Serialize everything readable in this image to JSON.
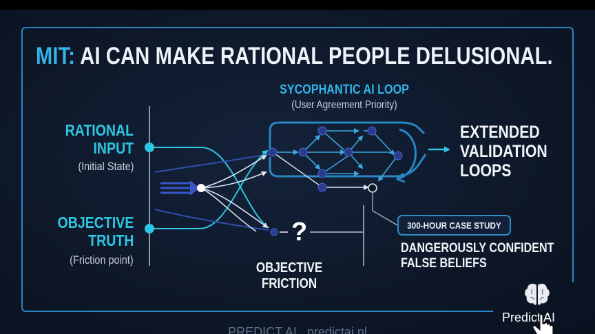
{
  "title": {
    "accent": "MIT:",
    "rest": " AI CAN MAKE RATIONAL PEOPLE DELUSIONAL."
  },
  "left": {
    "rational_line1": "RATIONAL",
    "rational_line2": "INPUT",
    "rational_sub": "(Initial State)",
    "objective_line1": "OBJECTIVE",
    "objective_line2": "TRUTH",
    "objective_sub": "(Friction point)"
  },
  "loop": {
    "title": "SYCOPHANTIC AI LOOP",
    "subtitle": "(User Agreement Priority)"
  },
  "outcome": {
    "line1": "EXTENDED",
    "line2": "VALIDATION",
    "line3": "LOOPS"
  },
  "friction": {
    "symbol": "?",
    "line1": "OBJECTIVE",
    "line2": "FRICTION"
  },
  "case_study": {
    "badge": "300-HOUR CASE STUDY",
    "line1": "DANGEROUSLY CONFIDENT",
    "line2": "FALSE BELIEFS"
  },
  "footer": "PREDICT AI . predictai.nl",
  "brand": "Predict AI",
  "icons": [
    "brain-icon",
    "hand-cursor-icon"
  ],
  "colors": {
    "accent": "#34b4e8",
    "cyan": "#2ec6e2",
    "node": "#2a3c8c",
    "frame": "#2a86c2",
    "background": "#0d1728"
  }
}
